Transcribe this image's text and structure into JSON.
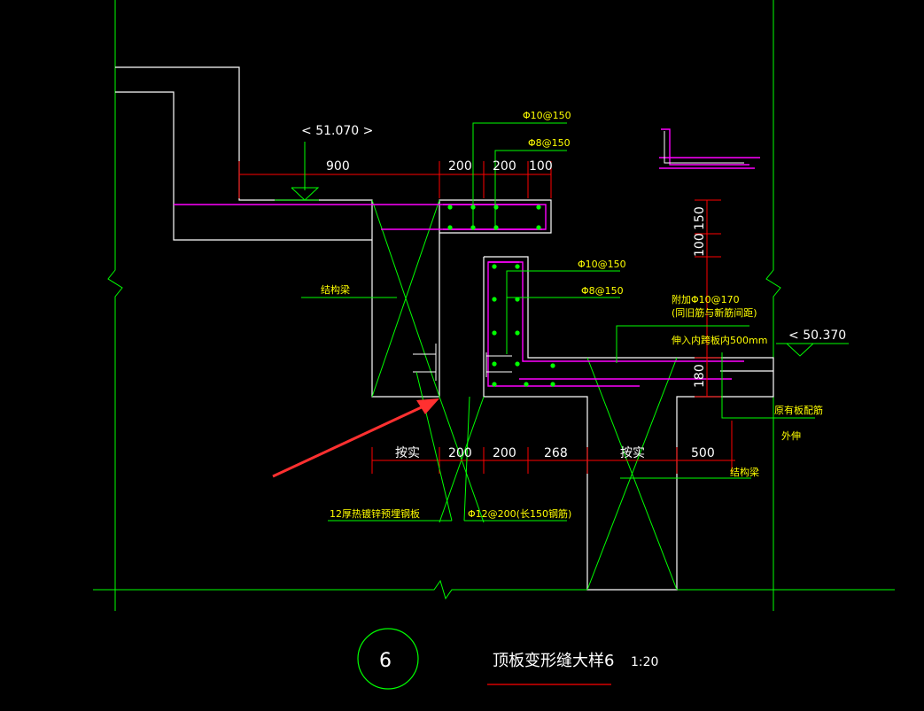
{
  "drawing": {
    "number": "6",
    "title": "顶板变形缝大样6",
    "scale": "1:20"
  },
  "elevations": {
    "left": "51.070",
    "right": "50.370"
  },
  "dimensions": {
    "top": [
      "900",
      "200",
      "200",
      "100"
    ],
    "bottom": [
      "按实",
      "200",
      "200",
      "268",
      "按实",
      "500"
    ],
    "vertical": [
      "100",
      "150",
      "180"
    ]
  },
  "rebar_labels": {
    "top_main": "Φ10@150",
    "top_dist": "Φ8@150",
    "mid_main": "Φ10@150",
    "mid_dist": "Φ8@150",
    "added_1": "附加Φ10@170",
    "added_2": "(同旧筋与新筋间距)",
    "anchor": "伸入内跨板内500mm",
    "dowel": "Φ12@200(长150钢筋)"
  },
  "notes": {
    "beam_left": "结构梁",
    "beam_right": "结构梁",
    "plate": "12厚热镀锌预埋钢板",
    "orig_slab_1": "原有板配筋",
    "orig_slab_2": "外伸"
  },
  "colors": {
    "background": "#000000",
    "structure": "#ffffff",
    "rebar": "#ff00ff",
    "dimension": "#ff0000",
    "leader": "#00ff00",
    "text_note": "#ffff00",
    "arrow": "#ff3030"
  }
}
